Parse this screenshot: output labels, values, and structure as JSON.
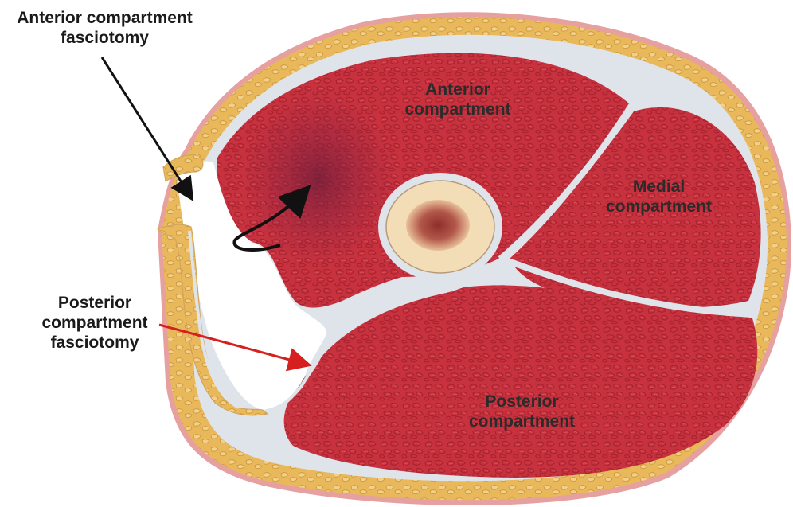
{
  "labels": {
    "anterior_fasciotomy": [
      "Anterior compartment",
      "fasciotomy"
    ],
    "posterior_fasciotomy": [
      "Posterior",
      "compartment",
      "fasciotomy"
    ],
    "anterior_compartment": [
      "Anterior",
      "compartment"
    ],
    "medial_compartment": [
      "Medial",
      "compartment"
    ],
    "posterior_compartment": [
      "Posterior",
      "compartment"
    ]
  },
  "colors": {
    "muscle": "#c8323f",
    "fat": "#e8b85a",
    "skin": "#e6a0a0",
    "fascia": "#dfe4ea",
    "bone": "#f3ddb6",
    "marrow": "#a8473c",
    "black_arrow": "#111111",
    "red_arrow": "#d62020"
  }
}
